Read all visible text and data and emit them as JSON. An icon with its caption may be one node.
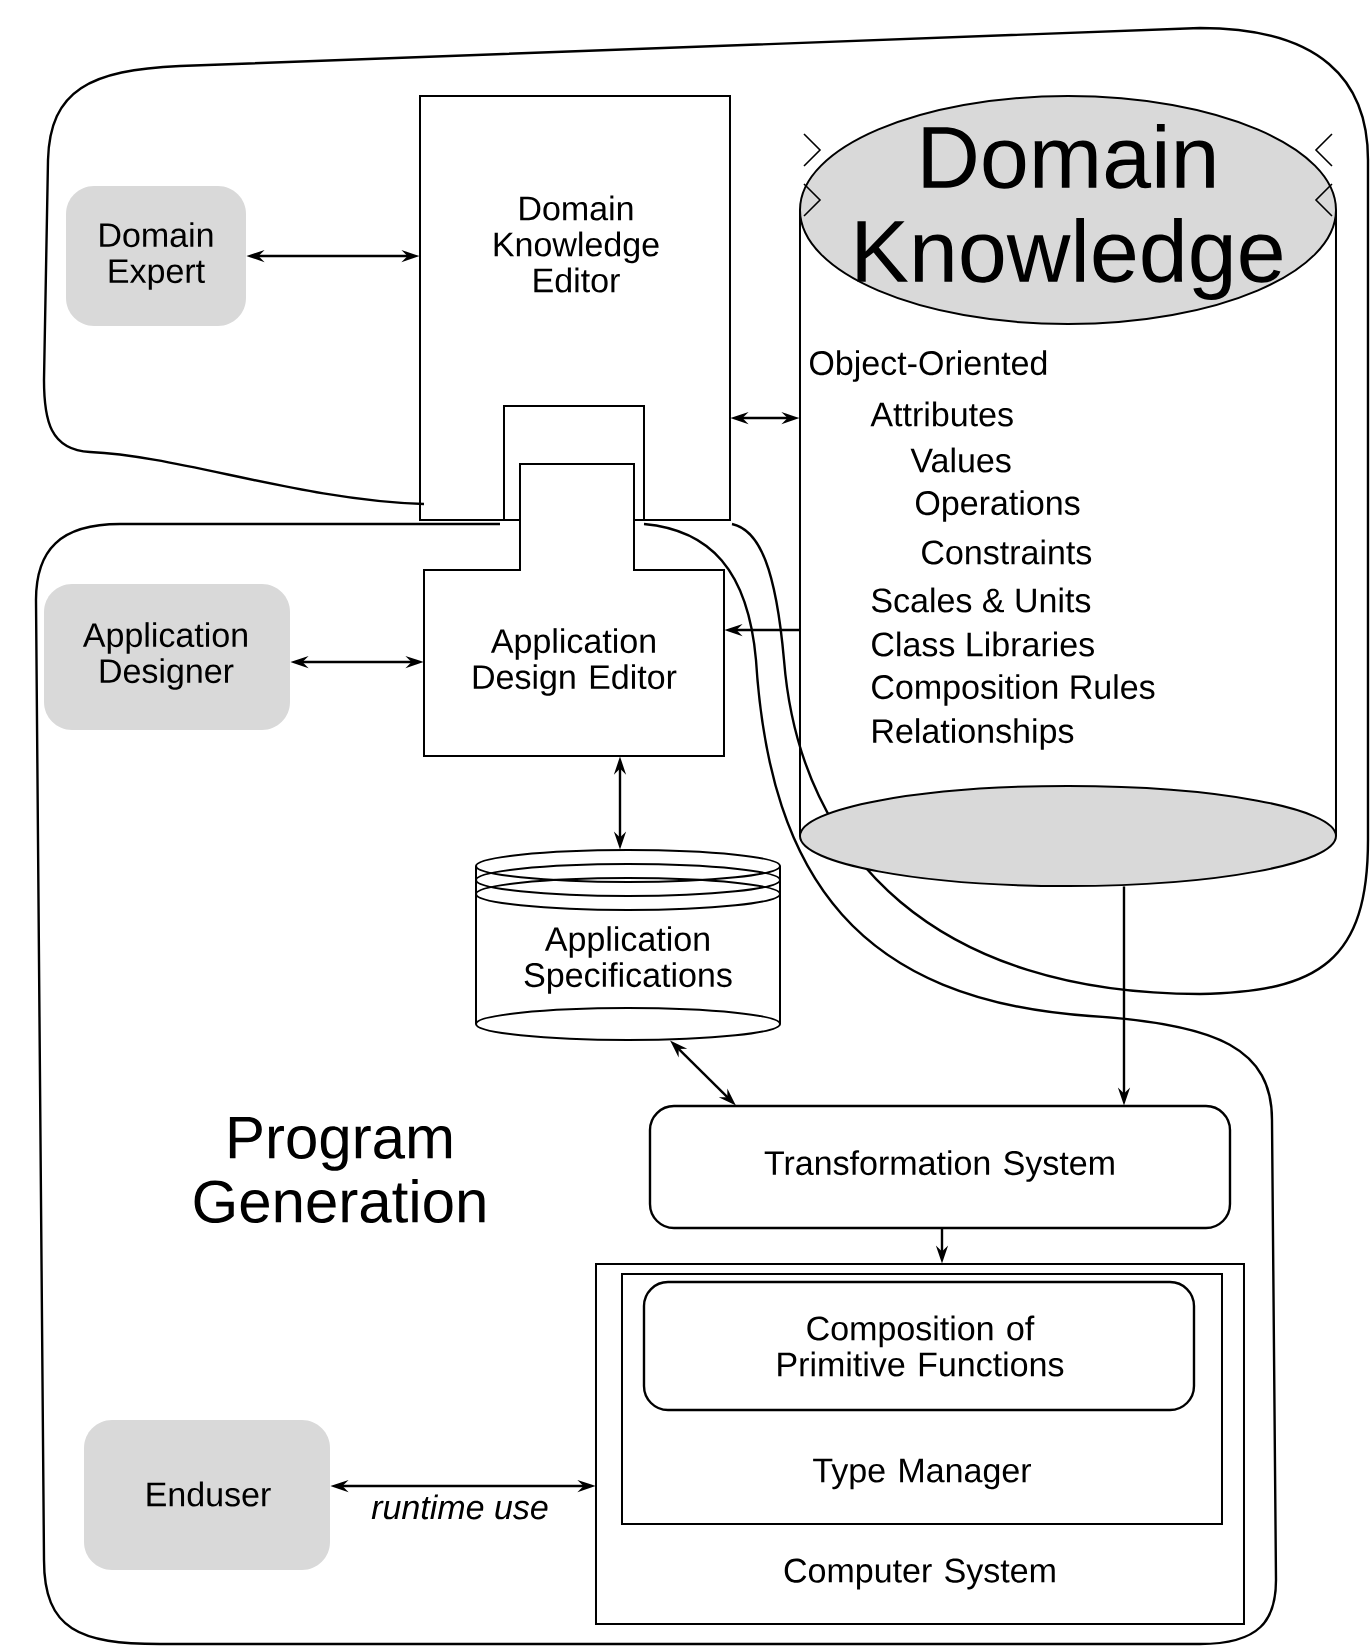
{
  "diagram": {
    "nodes": [
      {
        "text": [
          "Domain Expert"
        ]
      },
      {
        "text": [
          "Domain Knowledge Editor"
        ]
      },
      {
        "text": [
          "Domain Knowledge",
          "Object-Oriented",
          "Attributes",
          "Values",
          "Operations",
          "Constraints",
          "Scales & Units",
          "Class Libraries",
          "Composition Rules",
          "Relationships"
        ]
      },
      {
        "text": [
          "Program Generation"
        ]
      },
      {
        "text": [
          "Application Designer"
        ],
        "in": 3
      },
      {
        "text": [
          "Application Design Editor"
        ]
      },
      {
        "text": [
          "Application Specifications"
        ],
        "in": 3
      },
      {
        "text": [
          "Transformation System"
        ],
        "in": 3
      },
      {
        "text": [
          "Computer System"
        ],
        "in": 3
      },
      {
        "text": [
          "Type Manager"
        ],
        "in": 8
      },
      {
        "text": [
          "Composition of Primitive Functions"
        ],
        "in": 9
      },
      {
        "text": [
          "Enduser"
        ],
        "in": 3
      }
    ],
    "edges": [
      {
        "from": 0,
        "to": 1,
        "arrow": "both"
      },
      {
        "from": 2,
        "to": 1,
        "arrow": "both"
      },
      {
        "from": 2,
        "to": 5,
        "arrow": "to"
      },
      {
        "from": 4,
        "to": 5,
        "arrow": "both"
      },
      {
        "from": 5,
        "to": 6,
        "arrow": "both"
      },
      {
        "from": 6,
        "to": 7,
        "arrow": "both"
      },
      {
        "from": 2,
        "to": 7,
        "arrow": "to"
      },
      {
        "from": 7,
        "to": 8,
        "arrow": "to"
      },
      {
        "from": 11,
        "to": 8,
        "arrow": "both",
        "label": "runtime use"
      }
    ]
  }
}
